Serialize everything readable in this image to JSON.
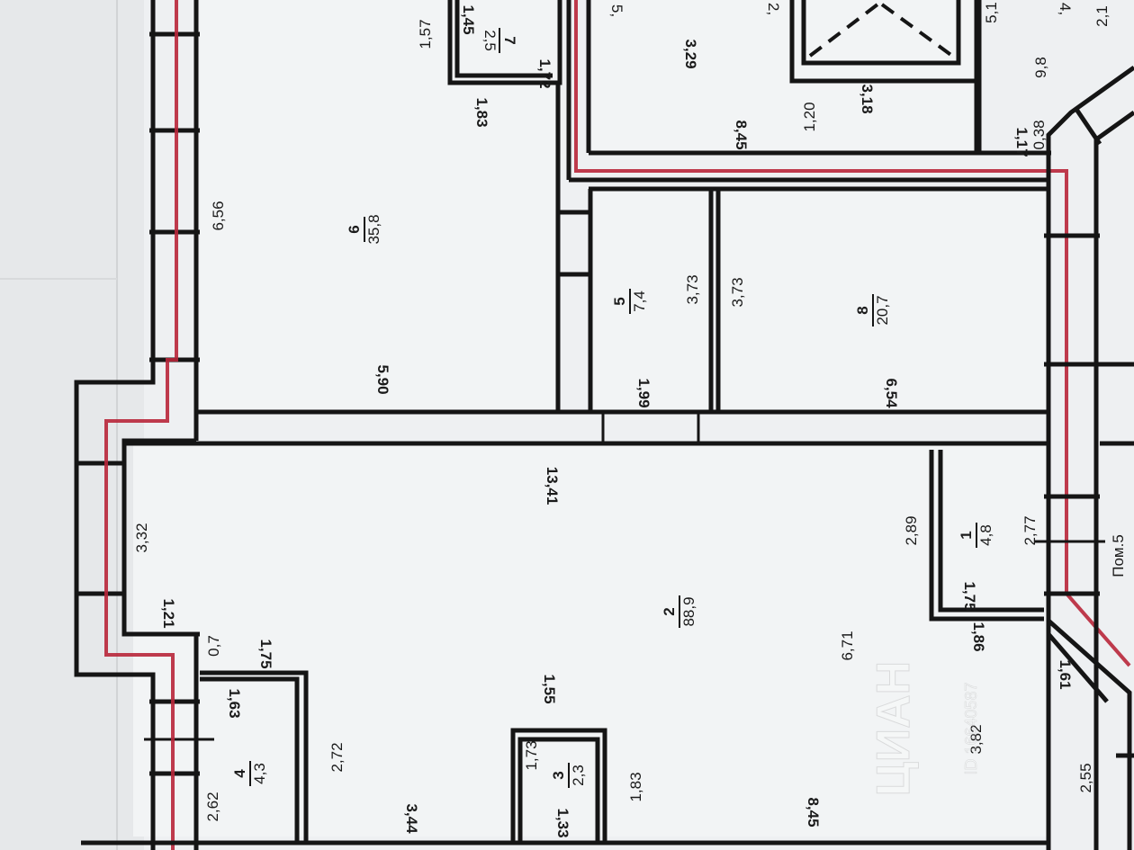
{
  "plan": {
    "rooms": [
      {
        "id": "1",
        "number": "1",
        "area": "4,8"
      },
      {
        "id": "2",
        "number": "2",
        "area": "88,9"
      },
      {
        "id": "3",
        "number": "3",
        "area": "2,3"
      },
      {
        "id": "4",
        "number": "4",
        "area": "4,3"
      },
      {
        "id": "5",
        "number": "5",
        "area": "7,4"
      },
      {
        "id": "6",
        "number": "6",
        "area": "35,8"
      },
      {
        "id": "7",
        "number": "7",
        "area": "2,5"
      },
      {
        "id": "8",
        "number": "8",
        "area": "20,7"
      }
    ],
    "dimensions": {
      "d656": "6,56",
      "d157": "1,57",
      "d145": "1,45",
      "d172": "1,72",
      "d183": "1,83",
      "d590": "5,90",
      "d373a": "3,73",
      "d373b": "3,73",
      "d199": "1,99",
      "d654": "6,54",
      "d1341": "13,41",
      "d332": "3,32",
      "d121": "1,21",
      "d07": "0,7",
      "d175a": "1,75",
      "d163": "1,63",
      "d272": "2,72",
      "d262": "2,62",
      "d344": "3,44",
      "d155": "1,55",
      "d173": "1,73",
      "d133": "1,33",
      "d183b": "1,83",
      "d671": "6,71",
      "d382": "3,82",
      "d845a": "8,45",
      "d289": "2,89",
      "d277": "2,77",
      "d175b": "1,75",
      "d186": "1,86",
      "d161": "1,61",
      "d255": "2,55",
      "d329": "3,29",
      "d845b": "8,45",
      "d120": "1,20",
      "d318": "3,18",
      "d117": "1,17",
      "d038": "0,38",
      "d98": "9,8",
      "d5a": "5,",
      "d2a": "2,",
      "d51": "5,1",
      "d4a": "4,",
      "d21": "2,1"
    },
    "labels": {
      "pom5": "Пом.5"
    },
    "watermark": {
      "brand": "ЦИАН",
      "id_text": "ID 16640587"
    },
    "colors": {
      "background": "#eef0f2",
      "wall": "#151515",
      "red_line": "#b8263a",
      "floor": "#eaecef"
    }
  }
}
